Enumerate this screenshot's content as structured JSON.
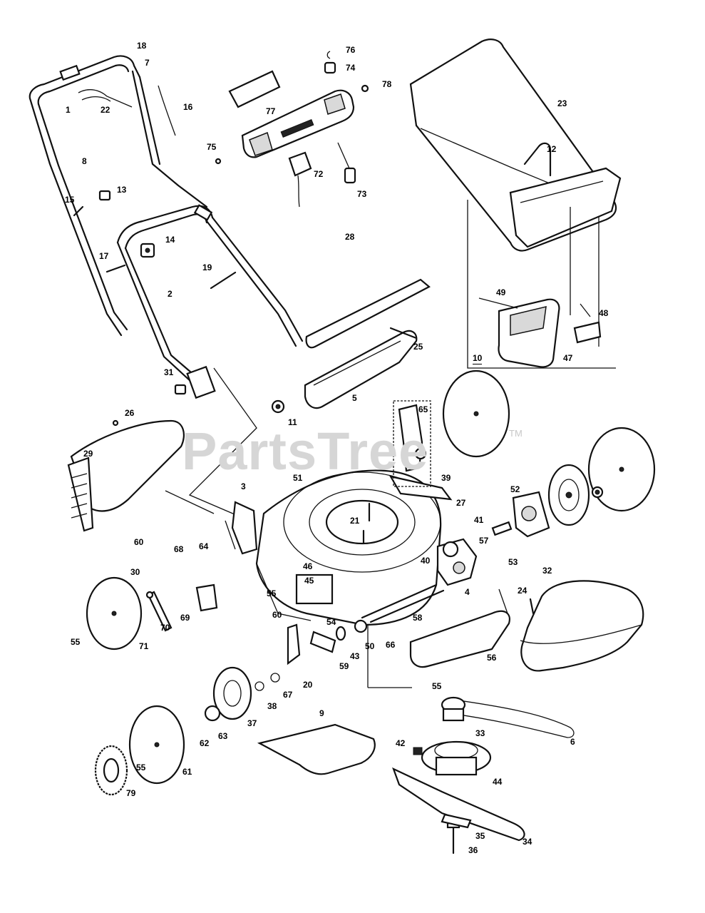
{
  "watermark": {
    "text": "PartsTree",
    "tm": "TM"
  },
  "inset": {
    "label": "10"
  },
  "callouts": [
    {
      "id": "c18",
      "text": "18"
    },
    {
      "id": "c7",
      "text": "7"
    },
    {
      "id": "c1",
      "text": "1"
    },
    {
      "id": "c22",
      "text": "22"
    },
    {
      "id": "c16",
      "text": "16"
    },
    {
      "id": "c8",
      "text": "8"
    },
    {
      "id": "c13",
      "text": "13"
    },
    {
      "id": "c15",
      "text": "15"
    },
    {
      "id": "c14",
      "text": "14"
    },
    {
      "id": "c17",
      "text": "17"
    },
    {
      "id": "c19",
      "text": "19"
    },
    {
      "id": "c2",
      "text": "2"
    },
    {
      "id": "c31",
      "text": "31"
    },
    {
      "id": "c26",
      "text": "26"
    },
    {
      "id": "c29",
      "text": "29"
    },
    {
      "id": "c3",
      "text": "3"
    },
    {
      "id": "c60a",
      "text": "60"
    },
    {
      "id": "c68",
      "text": "68"
    },
    {
      "id": "c64",
      "text": "64"
    },
    {
      "id": "c30",
      "text": "30"
    },
    {
      "id": "c69",
      "text": "69"
    },
    {
      "id": "c70",
      "text": "70"
    },
    {
      "id": "c55a",
      "text": "55"
    },
    {
      "id": "c71",
      "text": "71"
    },
    {
      "id": "c55b",
      "text": "55"
    },
    {
      "id": "c76",
      "text": "76"
    },
    {
      "id": "c74",
      "text": "74"
    },
    {
      "id": "c78",
      "text": "78"
    },
    {
      "id": "c77",
      "text": "77"
    },
    {
      "id": "c75",
      "text": "75"
    },
    {
      "id": "c72",
      "text": "72"
    },
    {
      "id": "c73",
      "text": "73"
    },
    {
      "id": "c23",
      "text": "23"
    },
    {
      "id": "c12",
      "text": "12"
    },
    {
      "id": "c28",
      "text": "28"
    },
    {
      "id": "c25",
      "text": "25"
    },
    {
      "id": "c5",
      "text": "5"
    },
    {
      "id": "c11",
      "text": "11"
    },
    {
      "id": "c49",
      "text": "49"
    },
    {
      "id": "c48",
      "text": "48"
    },
    {
      "id": "c47",
      "text": "47"
    },
    {
      "id": "c65",
      "text": "65"
    },
    {
      "id": "c39",
      "text": "39"
    },
    {
      "id": "c51",
      "text": "51"
    },
    {
      "id": "c52",
      "text": "52"
    },
    {
      "id": "c27",
      "text": "27"
    },
    {
      "id": "c21",
      "text": "21"
    },
    {
      "id": "c41",
      "text": "41"
    },
    {
      "id": "c57",
      "text": "57"
    },
    {
      "id": "c46",
      "text": "46"
    },
    {
      "id": "c45",
      "text": "45"
    },
    {
      "id": "c40",
      "text": "40"
    },
    {
      "id": "c53",
      "text": "53"
    },
    {
      "id": "c4",
      "text": "4"
    },
    {
      "id": "c32",
      "text": "32"
    },
    {
      "id": "c24",
      "text": "24"
    },
    {
      "id": "c60b",
      "text": "60"
    },
    {
      "id": "c54",
      "text": "54"
    },
    {
      "id": "c58",
      "text": "58"
    },
    {
      "id": "c50",
      "text": "50"
    },
    {
      "id": "c66",
      "text": "66"
    },
    {
      "id": "c43",
      "text": "43"
    },
    {
      "id": "c59",
      "text": "59"
    },
    {
      "id": "c20",
      "text": "20"
    },
    {
      "id": "c56",
      "text": "56"
    },
    {
      "id": "c55c",
      "text": "55"
    },
    {
      "id": "c67",
      "text": "67"
    },
    {
      "id": "c38",
      "text": "38"
    },
    {
      "id": "c37",
      "text": "37"
    },
    {
      "id": "c62",
      "text": "62"
    },
    {
      "id": "c63",
      "text": "63"
    },
    {
      "id": "c55d",
      "text": "55"
    },
    {
      "id": "c61",
      "text": "61"
    },
    {
      "id": "c79",
      "text": "79"
    },
    {
      "id": "c9",
      "text": "9"
    },
    {
      "id": "c33",
      "text": "33"
    },
    {
      "id": "c6",
      "text": "6"
    },
    {
      "id": "c42",
      "text": "42"
    },
    {
      "id": "c44",
      "text": "44"
    },
    {
      "id": "c35",
      "text": "35"
    },
    {
      "id": "c34",
      "text": "34"
    },
    {
      "id": "c36",
      "text": "36"
    }
  ]
}
